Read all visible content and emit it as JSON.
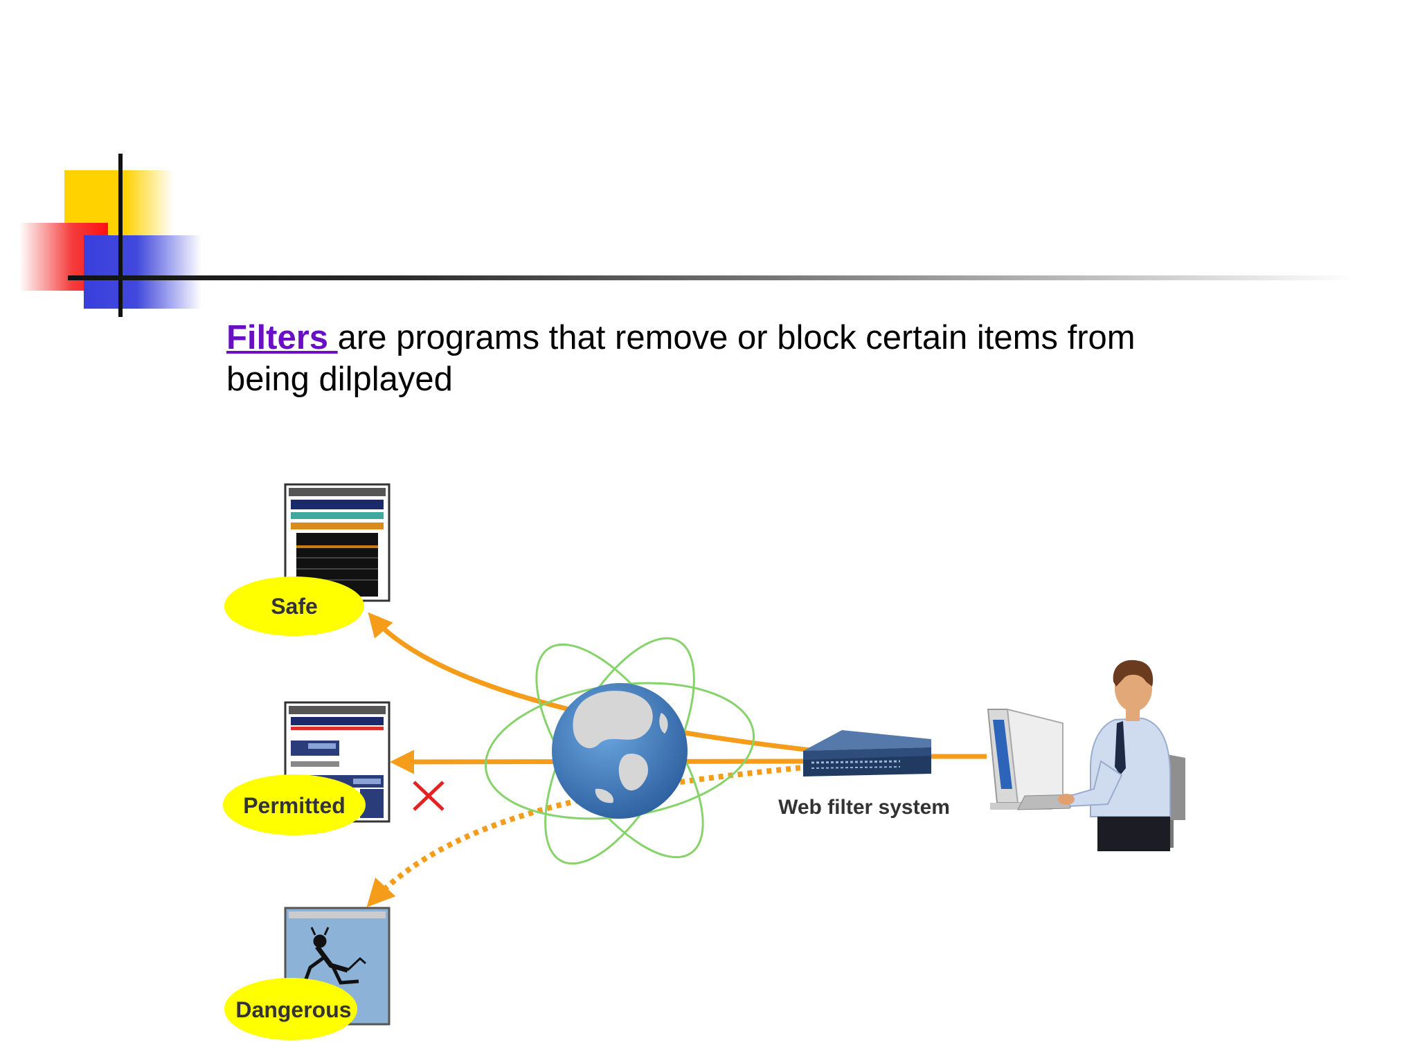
{
  "slide": {
    "link_word": "Filters ",
    "body_rest_line1": "are programs that remove or block certain items from",
    "body_line2": "being dilplayed"
  },
  "diagram": {
    "labels": {
      "safe": "Safe",
      "permitted": "Permitted",
      "dangerous": "Dangerous",
      "web_filter": "Web filter system"
    },
    "icons": [
      "globe-icon",
      "router-icon",
      "user-at-computer-icon",
      "browser-window-icon",
      "block-x-icon"
    ]
  },
  "colors": {
    "link": "#6a0fc6",
    "arrow": "#f59c1a",
    "bubble": "#ffff00",
    "orbit": "#86d36a",
    "globe": "#3d7cc0",
    "router": "#2f4d7a",
    "block_x": "#e52222",
    "accent_yellow": "#ffd200",
    "accent_red": "#f11",
    "accent_blue": "#4148dd"
  }
}
